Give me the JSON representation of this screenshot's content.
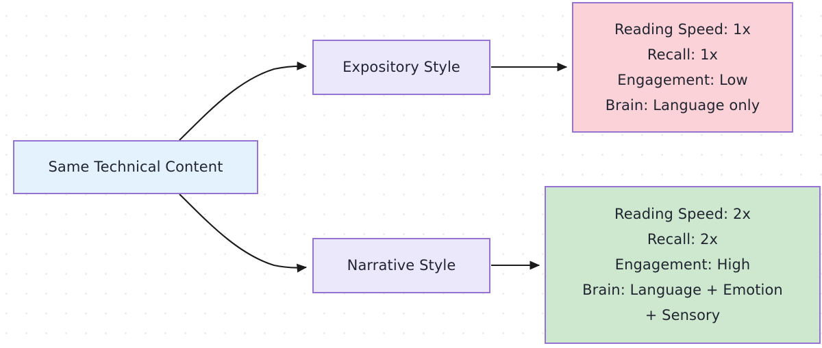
{
  "diagram": {
    "type": "flowchart",
    "direction": "left-to-right",
    "background": "#ffffff",
    "grid": "dotted",
    "colors": {
      "border": "#9673d3",
      "root_fill": "#e3f2fd",
      "style_fill": "#ece8fb",
      "expository_result_fill": "#fbd2d8",
      "narrative_result_fill": "#cde8ce",
      "edge": "#1a1a1a",
      "text": "#1f2430"
    },
    "nodes": {
      "root": {
        "id": "root",
        "label": "Same Technical Content",
        "lines": [
          "Same Technical Content"
        ]
      },
      "expository": {
        "id": "expository",
        "label": "Expository Style",
        "lines": [
          "Expository Style"
        ]
      },
      "narrative": {
        "id": "narrative",
        "label": "Narrative Style",
        "lines": [
          "Narrative Style"
        ]
      },
      "expository_results": {
        "id": "expository-results",
        "label": "Reading Speed: 1x Recall: 1x Engagement: Low Brain: Language only",
        "lines": [
          "Reading Speed: 1x",
          "Recall: 1x",
          "Engagement: Low",
          "Brain: Language only"
        ],
        "metrics": {
          "reading_speed": "1x",
          "recall": "1x",
          "engagement": "Low",
          "brain": "Language only"
        }
      },
      "narrative_results": {
        "id": "narrative-results",
        "label": "Reading Speed: 2x Recall: 2x Engagement: High Brain: Language + Emotion + Sensory",
        "lines": [
          "Reading Speed: 2x",
          "Recall: 2x",
          "Engagement: High",
          "Brain: Language + Emotion",
          "+ Sensory"
        ],
        "metrics": {
          "reading_speed": "2x",
          "recall": "2x",
          "engagement": "High",
          "brain": "Language + Emotion + Sensory"
        }
      }
    },
    "edges": [
      {
        "id": "root-to-expository",
        "from": "root",
        "to": "expository",
        "label": "",
        "style": "curved-arrow"
      },
      {
        "id": "root-to-narrative",
        "from": "root",
        "to": "narrative",
        "label": "",
        "style": "curved-arrow"
      },
      {
        "id": "expository-to-results",
        "from": "expository",
        "to": "expository_results",
        "label": "",
        "style": "straight-arrow"
      },
      {
        "id": "narrative-to-results",
        "from": "narrative",
        "to": "narrative_results",
        "label": "",
        "style": "straight-arrow"
      }
    ]
  }
}
